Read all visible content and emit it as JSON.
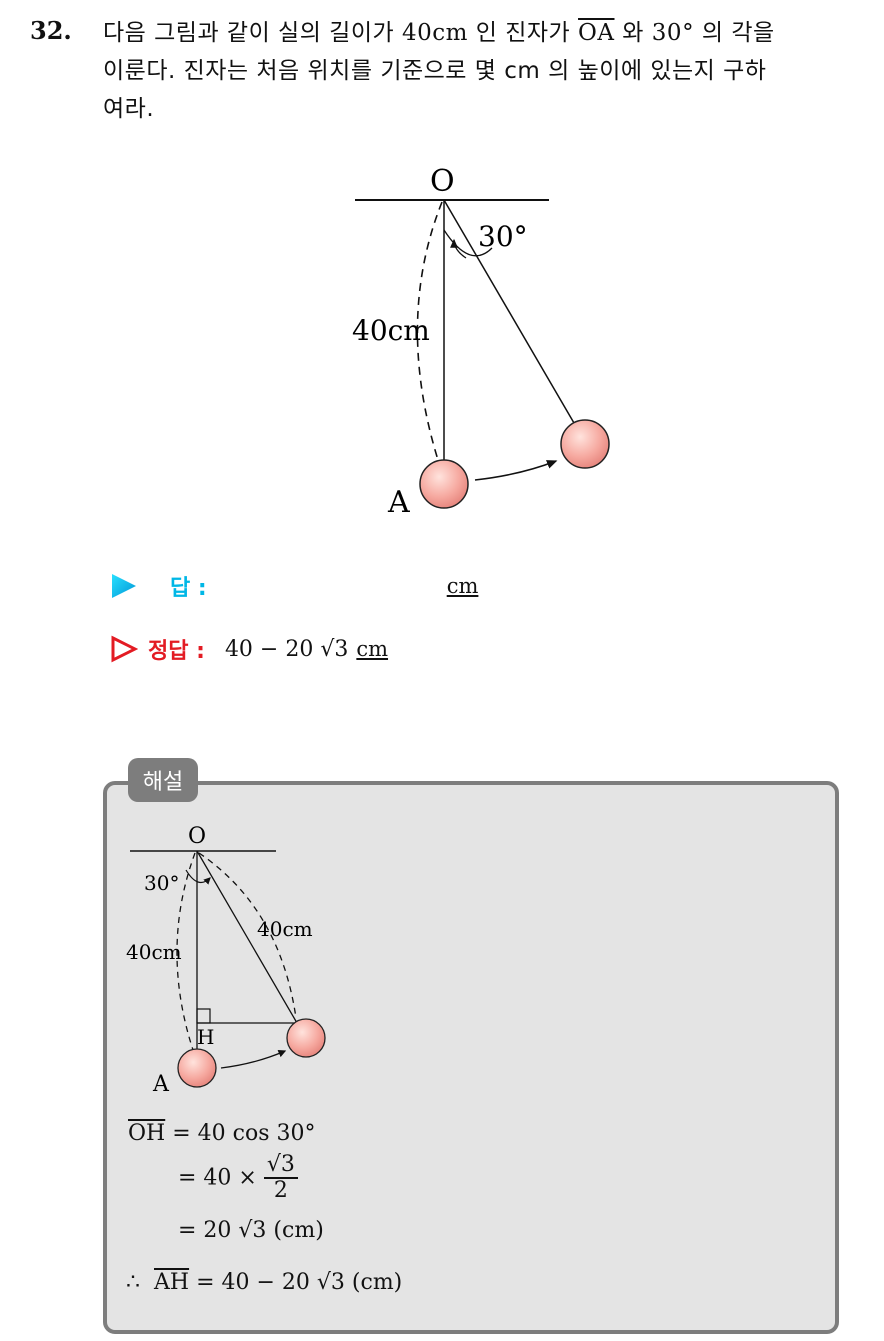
{
  "question": {
    "number": "32.",
    "line1_pre": "다음 그림과 같이 실의 길이가 ",
    "length_value": "40cm",
    "line1_mid": " 인 진자가 ",
    "segment_oa": "OA",
    "line1_mid2": " 와 ",
    "angle_value": "30°",
    "line1_post": " 의 각을",
    "line2": "이룬다. 진자는 처음 위치를 기준으로 몇 cm 의 높이에 있는지 구하",
    "line3": "여라."
  },
  "figure": {
    "label_o": "O",
    "label_a": "A",
    "angle_label": "30°",
    "length_label": "40cm"
  },
  "answer": {
    "label": "답 :",
    "unit": "cm"
  },
  "correct_answer": {
    "label": "정답 :",
    "value_pre": "40 − 20 ",
    "sqrt_symbol": "√3",
    "unit": "cm"
  },
  "solution": {
    "tag": "해설",
    "figure": {
      "label_o": "O",
      "label_a": "A",
      "label_h": "H",
      "angle_label": "30°",
      "left_length": "40cm",
      "right_length": "40cm"
    },
    "line1_seg": "OH",
    "line1_rest": " = 40 cos 30°",
    "line2_pre": "= 40 × ",
    "line2_num": "√3",
    "line2_den": "2",
    "line3": "= 20 √3  (cm)",
    "line4_therefore": "∴",
    "line4_seg": "AH",
    "line4_rest": " = 40 − 20 √3  (cm)"
  }
}
